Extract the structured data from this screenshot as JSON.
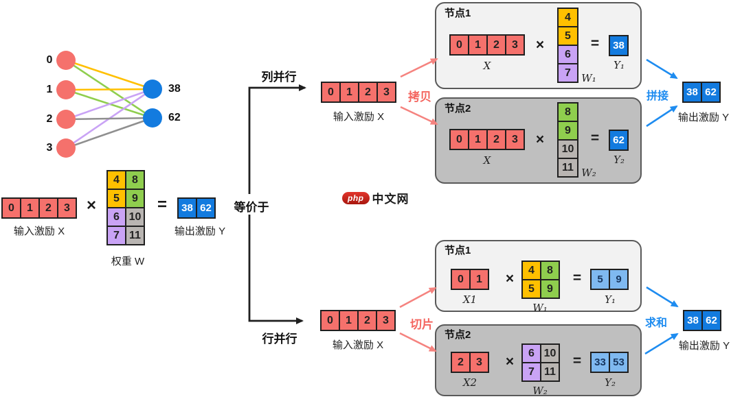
{
  "palette": {
    "red": "#F5716C",
    "orange": "#FFC000",
    "green": "#8FCE4E",
    "purple": "#C9A3F5",
    "gray": "#B9B5B2",
    "blue": "#137BDF",
    "lightblue": "#7FB9F0",
    "box-light": "#F2F2F2",
    "box-dark": "#BFBFBF",
    "box-border": "#595959",
    "ink": "#1F1F1F",
    "pink-arrow": "#F5837F",
    "pink-text": "#F4655F",
    "blue-arrow": "#1E8CF0",
    "edge-gray": "#8F8F8F"
  },
  "ops": {
    "times": "×",
    "equals": "="
  },
  "network": {
    "input_labels": [
      "0",
      "1",
      "2",
      "3"
    ],
    "output_labels": [
      "38",
      "62"
    ]
  },
  "left_eq": {
    "x_cells": [
      "0",
      "1",
      "2",
      "3"
    ],
    "x_label": "输入激励 X",
    "w_cells": [
      "4",
      "8",
      "5",
      "9",
      "6",
      "10",
      "7",
      "11"
    ],
    "w_label": "权重 W",
    "y_cells": [
      "38",
      "62"
    ],
    "y_label": "输出激励 Y"
  },
  "branch": {
    "equiv": "等价于",
    "col": "列并行",
    "row": "行并行"
  },
  "col_parallel": {
    "input_cells": [
      "0",
      "1",
      "2",
      "3"
    ],
    "input_label": "输入激励 X",
    "op": "拷贝",
    "node1": {
      "title": "节点1",
      "x_cells": [
        "0",
        "1",
        "2",
        "3"
      ],
      "x_label": "X",
      "w_cells": [
        "4",
        "5",
        "6",
        "7"
      ],
      "w_label": "W₁",
      "y_cells": [
        "38"
      ],
      "y_label": "Y₁"
    },
    "node2": {
      "title": "节点2",
      "x_cells": [
        "0",
        "1",
        "2",
        "3"
      ],
      "x_label": "X",
      "w_cells": [
        "8",
        "9",
        "10",
        "11"
      ],
      "w_label": "W₂",
      "y_cells": [
        "62"
      ],
      "y_label": "Y₂"
    },
    "merge": "拼接",
    "out_cells": [
      "38",
      "62"
    ],
    "out_label": "输出激励 Y"
  },
  "row_parallel": {
    "input_cells": [
      "0",
      "1",
      "2",
      "3"
    ],
    "input_label": "输入激励 X",
    "op": "切片",
    "node1": {
      "title": "节点1",
      "x_cells": [
        "0",
        "1"
      ],
      "x_label": "X1",
      "w_cells": [
        "4",
        "8",
        "5",
        "9"
      ],
      "w_label": "W₁",
      "y_cells": [
        "5",
        "9"
      ],
      "y_label": "Y₁"
    },
    "node2": {
      "title": "节点2",
      "x_cells": [
        "2",
        "3"
      ],
      "x_label": "X2",
      "w_cells": [
        "6",
        "10",
        "7",
        "11"
      ],
      "w_label": "W₂",
      "y_cells": [
        "33",
        "53"
      ],
      "y_label": "Y₂"
    },
    "merge": "求和",
    "out_cells": [
      "38",
      "62"
    ],
    "out_label": "输出激励 Y"
  },
  "watermark": {
    "badge": "php",
    "text": "中文网"
  }
}
